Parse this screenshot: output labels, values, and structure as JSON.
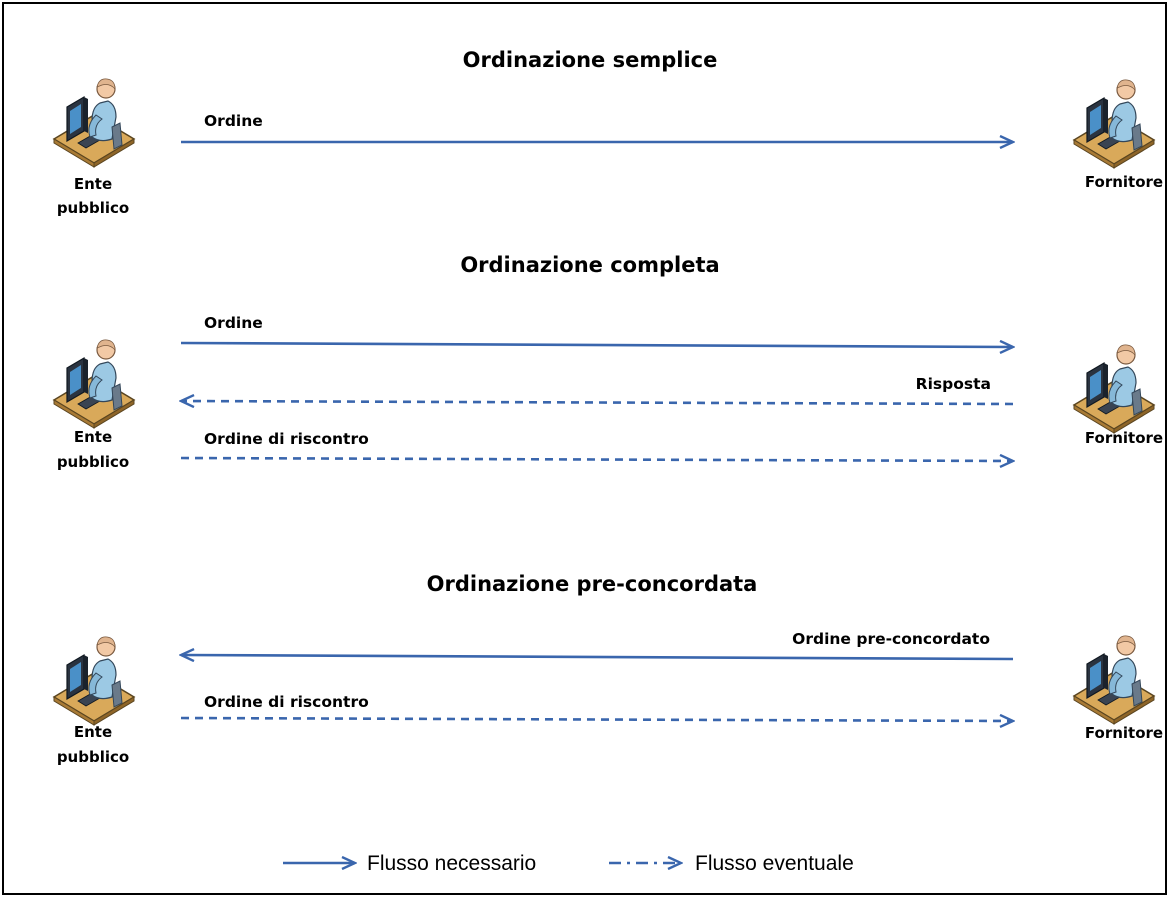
{
  "colors": {
    "arrow": "#3a66ad",
    "border": "#000000",
    "text": "#000000"
  },
  "icons": {
    "actor_icon": "person-at-computer-icon"
  },
  "actors": {
    "left_line1": "Ente",
    "left_line2": "pubblico",
    "right": "Fornitore"
  },
  "sections": [
    {
      "title": "Ordinazione semplice",
      "messages": [
        {
          "label": "Ordine",
          "direction": "to-fornitore",
          "style": "solid"
        }
      ]
    },
    {
      "title": "Ordinazione completa",
      "messages": [
        {
          "label": "Ordine",
          "direction": "to-fornitore",
          "style": "solid"
        },
        {
          "label": "Risposta",
          "direction": "to-ente",
          "style": "dashed"
        },
        {
          "label": "Ordine di riscontro",
          "direction": "to-fornitore",
          "style": "dashed"
        }
      ]
    },
    {
      "title": "Ordinazione pre-concordata",
      "messages": [
        {
          "label": "Ordine pre-concordato",
          "direction": "to-ente",
          "style": "solid"
        },
        {
          "label": "Ordine di riscontro",
          "direction": "to-fornitore",
          "style": "dashed"
        }
      ]
    }
  ],
  "legend": {
    "necessary": "Flusso necessario",
    "optional": "Flusso eventuale"
  }
}
